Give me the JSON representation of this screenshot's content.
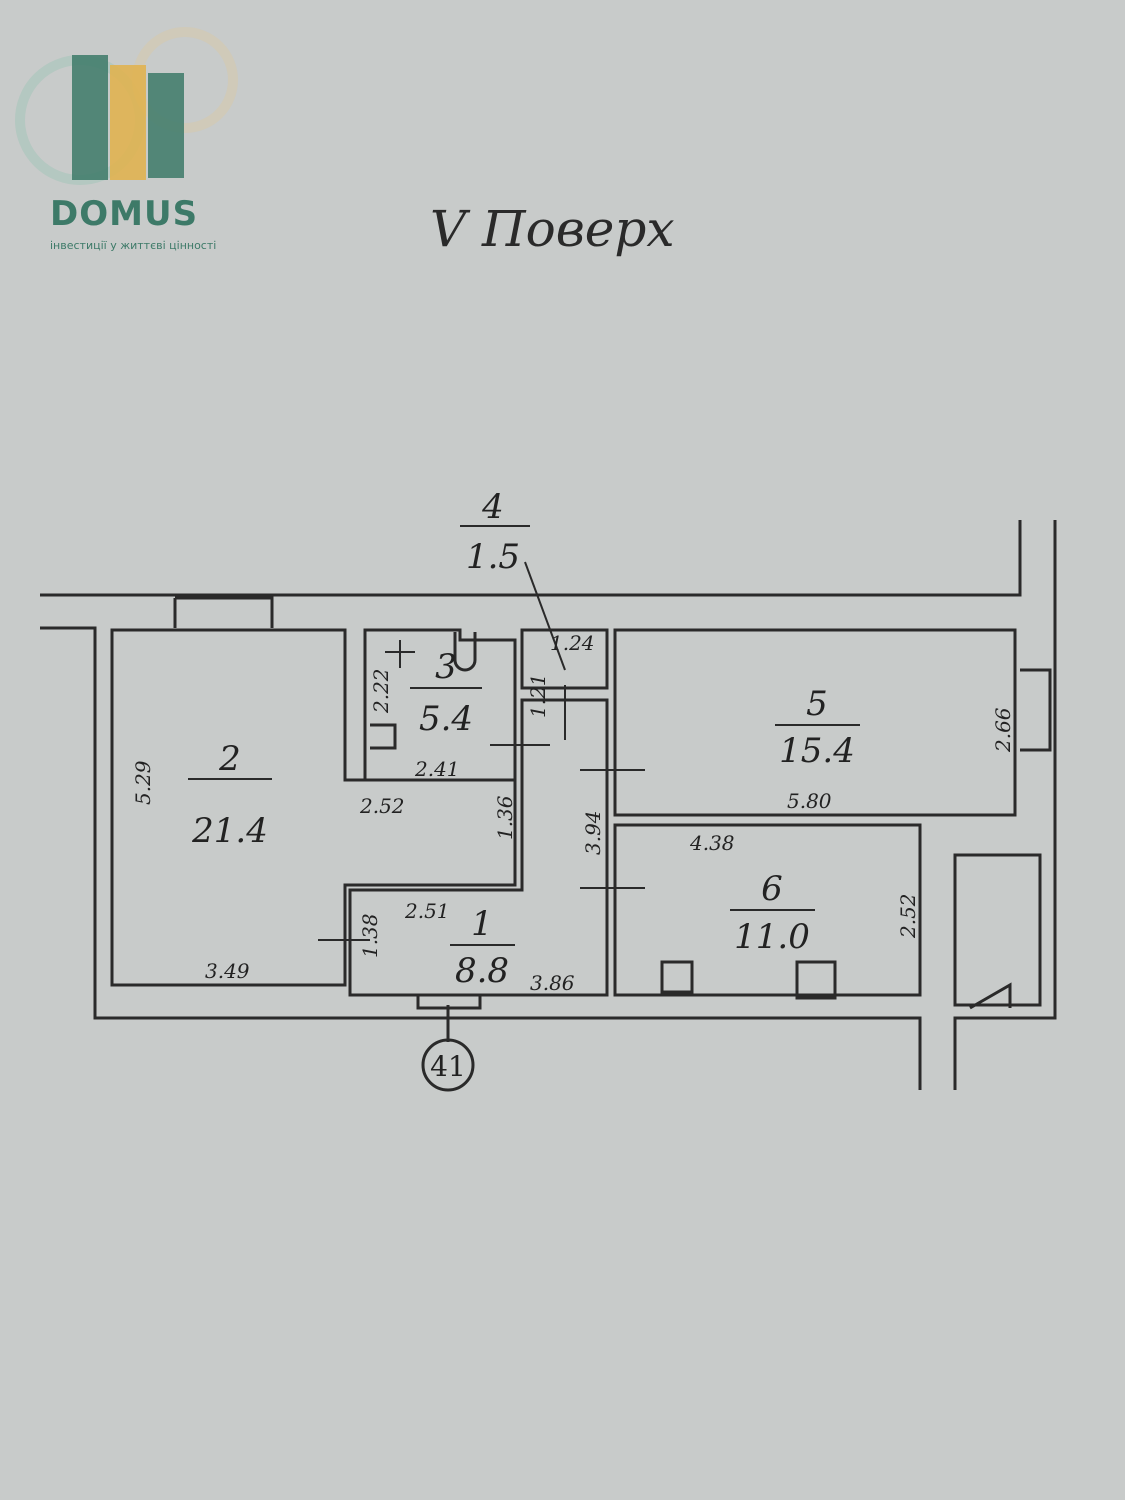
{
  "logo": {
    "name": "DOMUS",
    "tagline": "інвестиції у життєві цінності"
  },
  "title": "V Поверх",
  "rooms": [
    {
      "number": "1",
      "area": "8.8"
    },
    {
      "number": "2",
      "area": "21.4"
    },
    {
      "number": "3",
      "area": "5.4"
    },
    {
      "number": "4",
      "area": "1.5"
    },
    {
      "number": "5",
      "area": "15.4"
    },
    {
      "number": "6",
      "area": "11.0"
    }
  ],
  "dimensions": [
    "5.29",
    "3.49",
    "2.52",
    "1.36",
    "2.51",
    "1.38",
    "3.86",
    "2.22",
    "2.41",
    "1.24",
    "1.21",
    "3.94",
    "2.66",
    "5.80",
    "4.38",
    "2.52"
  ],
  "axis_marker": "41",
  "colors": {
    "background": "#c8cbca",
    "line": "#2a2a2a",
    "logo_green": "#3d7a68",
    "logo_yellow": "#e2b24a"
  }
}
